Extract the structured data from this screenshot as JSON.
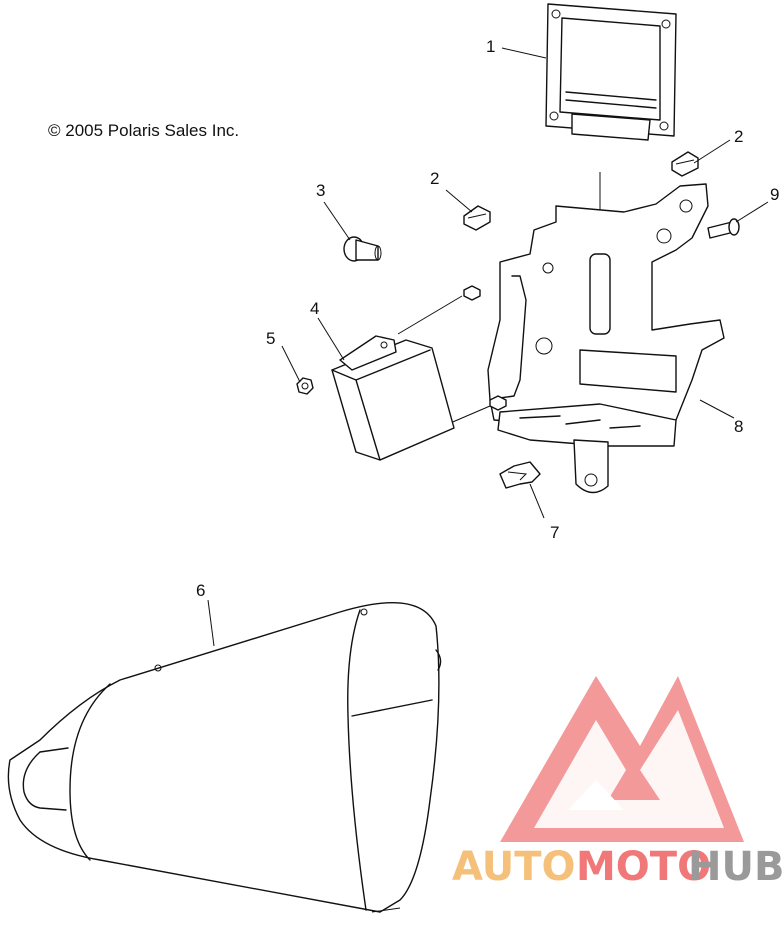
{
  "copyright": "© 2005 Polaris Sales Inc.",
  "callouts": [
    "1",
    "2",
    "2",
    "3",
    "4",
    "5",
    "6",
    "7",
    "8",
    "9"
  ],
  "watermark": {
    "part1": "AUTO",
    "part2": "MOTO",
    "part3": "HUB",
    "colors": {
      "auto": "#f5c07a",
      "moto": "#f07878",
      "hub": "#9a9a9a",
      "logo": "#f07878"
    }
  }
}
